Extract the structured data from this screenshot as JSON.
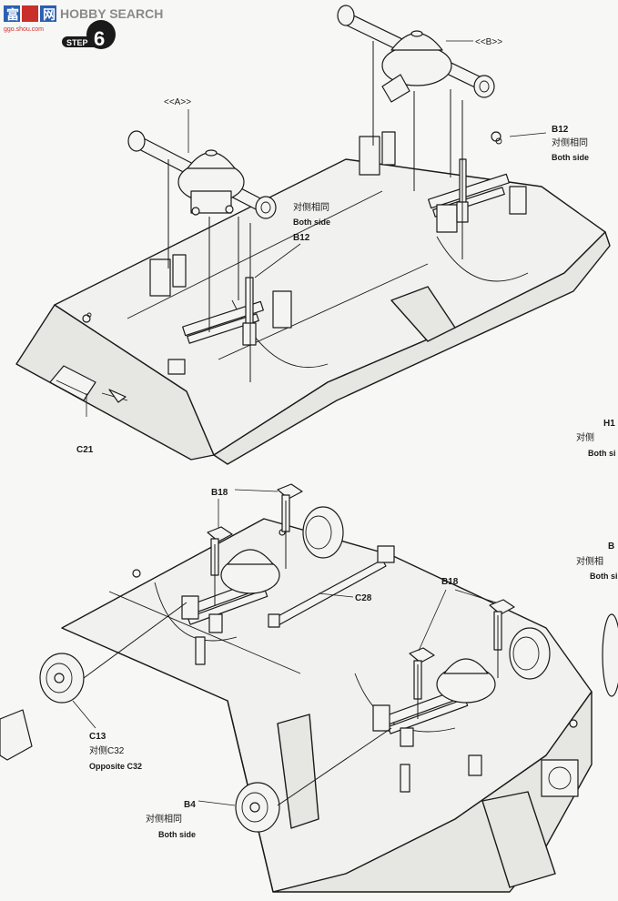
{
  "logo": {
    "text_cn": "富",
    "text_cn2": "网",
    "text_en": "HOBBY SEARCH",
    "url": "ggo.shou.com"
  },
  "step": {
    "label": "STEP",
    "number": "6"
  },
  "top_assembly": {
    "sub_a": "<<A>>",
    "sub_b": "<<B>>",
    "callout_b12_right": {
      "part": "B12",
      "cn": "对侧相同",
      "en": "Both side"
    },
    "callout_b12_center": {
      "cn": "对侧相同",
      "en": "Both side",
      "part": "B12"
    },
    "callout_c21": {
      "part": "C21"
    },
    "callout_h_edge": {
      "part": "H1",
      "cn": "对侧",
      "en": "Both si"
    }
  },
  "bottom_assembly": {
    "callout_b18_left": {
      "part": "B18"
    },
    "callout_b18_right": {
      "part": "B18"
    },
    "callout_c28": {
      "part": "C28"
    },
    "callout_c13": {
      "part": "C13",
      "cn": "对侧C32",
      "en": "Opposite C32"
    },
    "callout_b4": {
      "part": "B4",
      "cn": "对侧相同",
      "en": "Both side"
    },
    "callout_b_edge": {
      "part": "B",
      "cn": "对侧相",
      "en": "Both si"
    }
  }
}
